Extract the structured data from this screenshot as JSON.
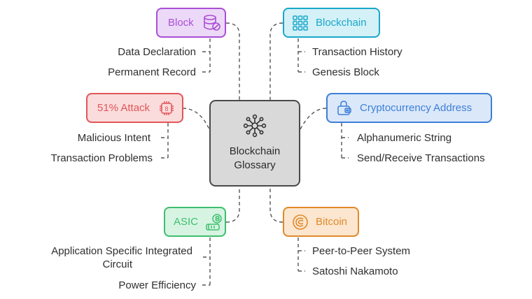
{
  "center": {
    "line1": "Blockchain",
    "line2": "Glossary",
    "icon": "network-hub-icon"
  },
  "topics": {
    "block": {
      "label": "Block",
      "icon": "database-block-icon",
      "color": "#a94fd6",
      "fill": "#ecd9f7",
      "items": [
        "Data Declaration",
        "Permanent Record"
      ]
    },
    "blockchain": {
      "label": "Blockchain",
      "icon": "grid-chain-icon",
      "color": "#19a7c9",
      "fill": "#d4f1f8",
      "items": [
        "Transaction History",
        "Genesis Block"
      ]
    },
    "attack": {
      "label": "51% Attack",
      "icon": "chip-icon",
      "color": "#e0565a",
      "fill": "#fbdcdc",
      "items": [
        "Malicious Intent",
        "Transaction Problems"
      ]
    },
    "address": {
      "label": "Cryptocurrency Address",
      "icon": "wallet-lock-icon",
      "color": "#3d7fd6",
      "fill": "#dbe8fa",
      "items": [
        "Alphanumeric String",
        "Send/Receive Transactions"
      ]
    },
    "asic": {
      "label": "ASIC",
      "icon": "mining-coin-icon",
      "color": "#3dbf6e",
      "fill": "#d7f4e2",
      "items": [
        "Application Specific Integrated",
        "Circuit",
        "Power Efficiency"
      ]
    },
    "bitcoin": {
      "label": "Bitcoin",
      "icon": "bitcoin-coin-icon",
      "color": "#e08a2a",
      "fill": "#fce6cf",
      "items": [
        "Peer-to-Peer System",
        "Satoshi Nakamoto"
      ]
    }
  }
}
